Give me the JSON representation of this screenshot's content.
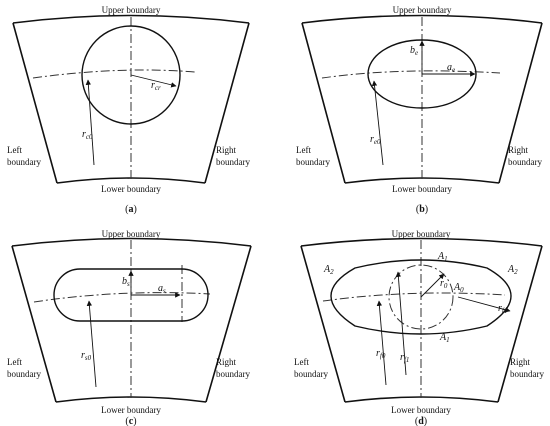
{
  "panels": [
    {
      "id": "a",
      "caption": "a",
      "upper": "Upper boundary",
      "lower": "Lower boundary",
      "left": [
        "Left",
        "boundary"
      ],
      "right": [
        "Right",
        "boundary"
      ],
      "syms": [
        {
          "key": "rc0",
          "base": "r",
          "sub": "c0"
        },
        {
          "key": "rcr",
          "base": "r",
          "sub": "cr"
        }
      ]
    },
    {
      "id": "b",
      "caption": "b",
      "upper": "Upper boundary",
      "lower": "Lower boundary",
      "left": [
        "Left",
        "boundary"
      ],
      "right": [
        "Right",
        "boundary"
      ],
      "syms": [
        {
          "key": "be",
          "base": "b",
          "sub": "e"
        },
        {
          "key": "ae",
          "base": "a",
          "sub": "e"
        },
        {
          "key": "re0",
          "base": "r",
          "sub": "e0"
        }
      ]
    },
    {
      "id": "c",
      "caption": "c",
      "upper": "Upper boundary",
      "lower": "Lower boundary",
      "left": [
        "Left",
        "boundary"
      ],
      "right": [
        "Right",
        "boundary"
      ],
      "syms": [
        {
          "key": "bs",
          "base": "b",
          "sub": "s"
        },
        {
          "key": "as",
          "base": "a",
          "sub": "s"
        },
        {
          "key": "rs0",
          "base": "r",
          "sub": "s0"
        }
      ]
    },
    {
      "id": "d",
      "caption": "d",
      "upper": "Upper boundary",
      "lower": "Lower boundary",
      "left": [
        "Left",
        "boundary"
      ],
      "right": [
        "Right",
        "boundary"
      ],
      "syms": [
        {
          "key": "A2L",
          "base": "A",
          "sub": "2"
        },
        {
          "key": "A2R",
          "base": "A",
          "sub": "2"
        },
        {
          "key": "A1T",
          "base": "A",
          "sub": "1"
        },
        {
          "key": "A1B",
          "base": "A",
          "sub": "1"
        },
        {
          "key": "A0",
          "base": "A",
          "sub": "0"
        },
        {
          "key": "r0",
          "base": "r",
          "sub": "0"
        },
        {
          "key": "rf0",
          "base": "r",
          "sub": "f0"
        },
        {
          "key": "rf1",
          "base": "r",
          "sub": "f1"
        },
        {
          "key": "rf1b",
          "base": "r",
          "sub": "f1"
        }
      ]
    }
  ]
}
